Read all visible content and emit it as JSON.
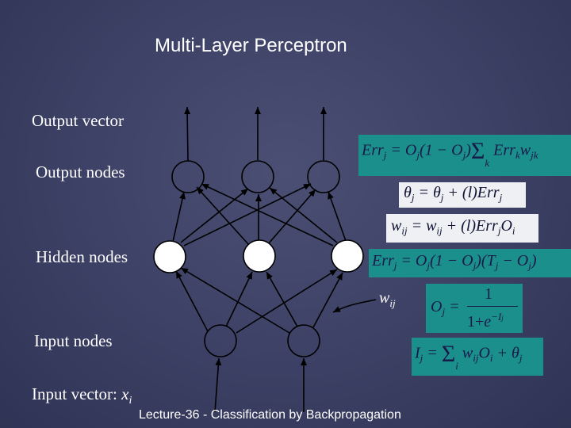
{
  "slide": {
    "title": "Multi-Layer Perceptron",
    "footer": "Lecture-36 - Classification by Backpropagation"
  },
  "labels": {
    "output_vector": "Output vector",
    "output_nodes": "Output nodes",
    "hidden_nodes": "Hidden nodes",
    "input_nodes": "Input nodes",
    "input_vector_prefix": "Input vector: ",
    "input_vector_var": "x",
    "input_vector_sub": "i",
    "weight_var": "w",
    "weight_sub": "ij"
  },
  "formulas": {
    "err_output": "Errj = Oj(1 − Oj)Σk Errk wjk",
    "bias_update": "θj = θj + (l) Errj",
    "weight_update": "wij = wij + (l) Errj Oi",
    "err_hidden": "Errj = Oj(1 − Oj)(Tj − Oj)",
    "sigmoid": "Oj = 1 / (1 + e^(−Ij))",
    "net_input": "Ij = Σi wij Oi + θj"
  },
  "colors": {
    "formula_bg": "#1a8f8c",
    "formula_light_bg": "#eef0f4",
    "node_fill": "#ffffff",
    "edge": "#000000"
  }
}
